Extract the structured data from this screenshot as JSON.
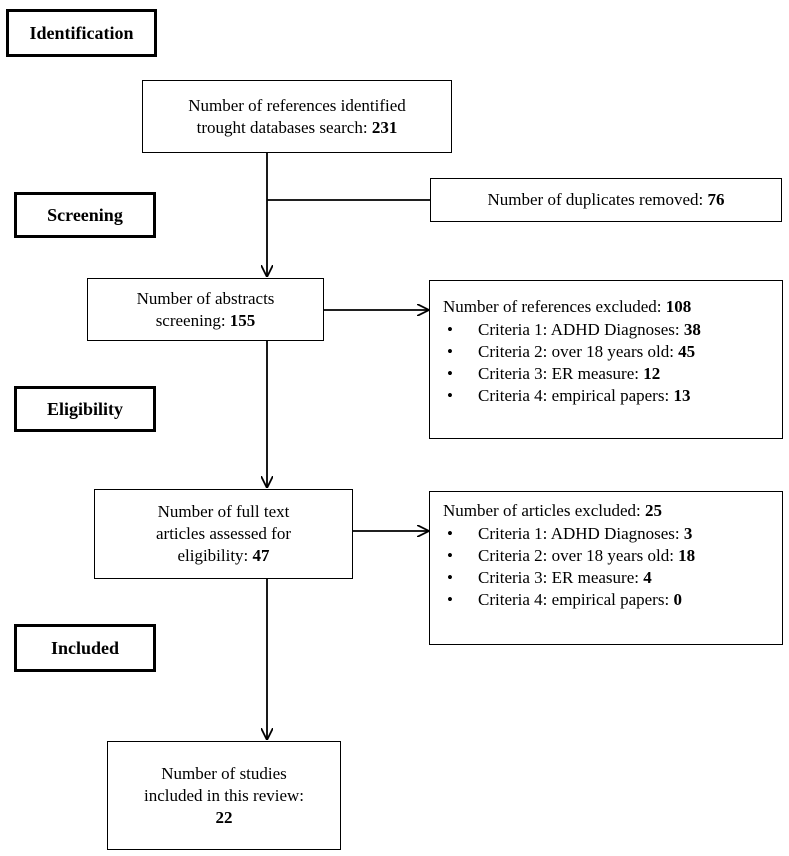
{
  "stages": {
    "identification": "Identification",
    "screening": "Screening",
    "eligibility": "Eligibility",
    "included": "Included"
  },
  "identified": {
    "line1": "Number of references identified",
    "line2": "trought databases search:",
    "count": "231"
  },
  "duplicates": {
    "label": "Number of duplicates removed:",
    "count": "76"
  },
  "abstracts": {
    "line1": "Number of abstracts",
    "line2": "screening:",
    "count": "155"
  },
  "refs_excluded": {
    "label": "Number of references excluded:",
    "count": "108",
    "criteria": [
      {
        "label": "Criteria 1: ADHD Diagnoses:",
        "count": "38"
      },
      {
        "label": "Criteria 2: over 18 years old:",
        "count": "45"
      },
      {
        "label": "Criteria 3: ER measure:",
        "count": "12"
      },
      {
        "label": "Criteria 4: empirical papers:",
        "count": "13"
      }
    ]
  },
  "fulltext": {
    "line1": "Number of full text",
    "line2": "articles assessed for",
    "line3": "eligibility:",
    "count": "47"
  },
  "articles_excluded": {
    "label": "Number of articles excluded:",
    "count": "25",
    "criteria": [
      {
        "label": "Criteria 1: ADHD Diagnoses:",
        "count": "3"
      },
      {
        "label": "Criteria 2: over 18 years old:",
        "count": "18"
      },
      {
        "label": "Criteria 3: ER measure:",
        "count": "4"
      },
      {
        "label": "Criteria 4: empirical papers:",
        "count": "0"
      }
    ]
  },
  "studies": {
    "line1": "Number of studies",
    "line2": "included in this review:",
    "count": "22"
  },
  "bullet": "•"
}
